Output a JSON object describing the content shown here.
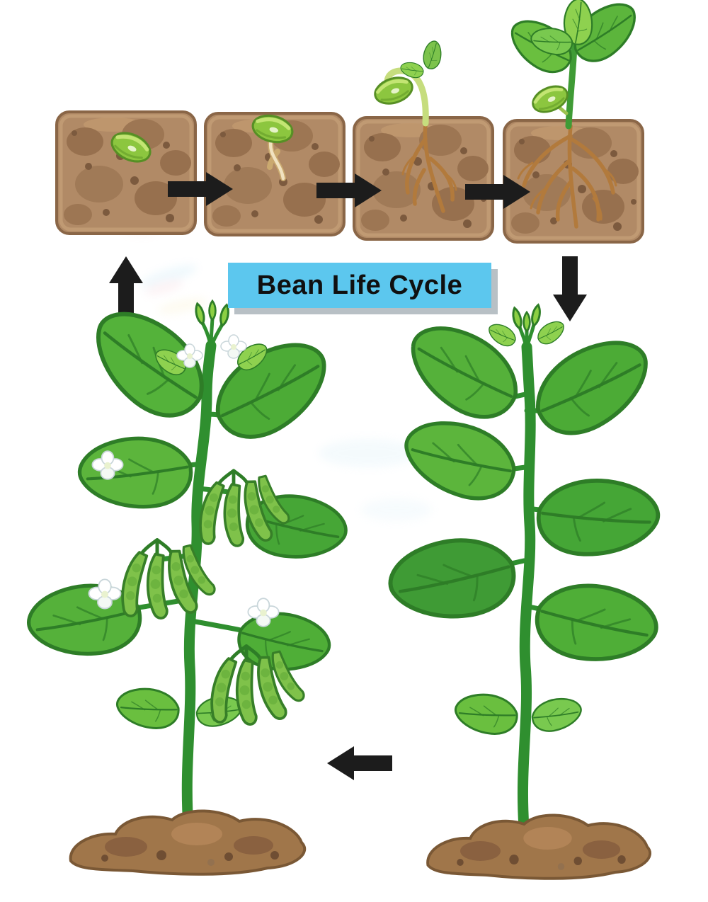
{
  "diagram": {
    "title": "Bean Life Cycle",
    "stages": [
      {
        "name": "seed-planted-in-soil"
      },
      {
        "name": "germination-root-emerges"
      },
      {
        "name": "sprout-breaks-through-soil"
      },
      {
        "name": "young-plant-with-root-system"
      },
      {
        "name": "growing-plant"
      },
      {
        "name": "mature-plant-with-flowers-and-pods"
      }
    ],
    "colors": {
      "background": "#ffffff",
      "banner": "#5cc7ee",
      "banner_shadow": "#8d9ea8",
      "arrow": "#1c1c1c",
      "soil": "#b18a66",
      "soil_shadow": "#8a6647",
      "leaf": "#57b33b",
      "leaf_outline": "#2e7d27",
      "stem": "#2f8f2f",
      "root": "#b27a3c",
      "seed": "#8cc63f",
      "flower": "#ffffff",
      "pod": "#7fc24a"
    }
  }
}
